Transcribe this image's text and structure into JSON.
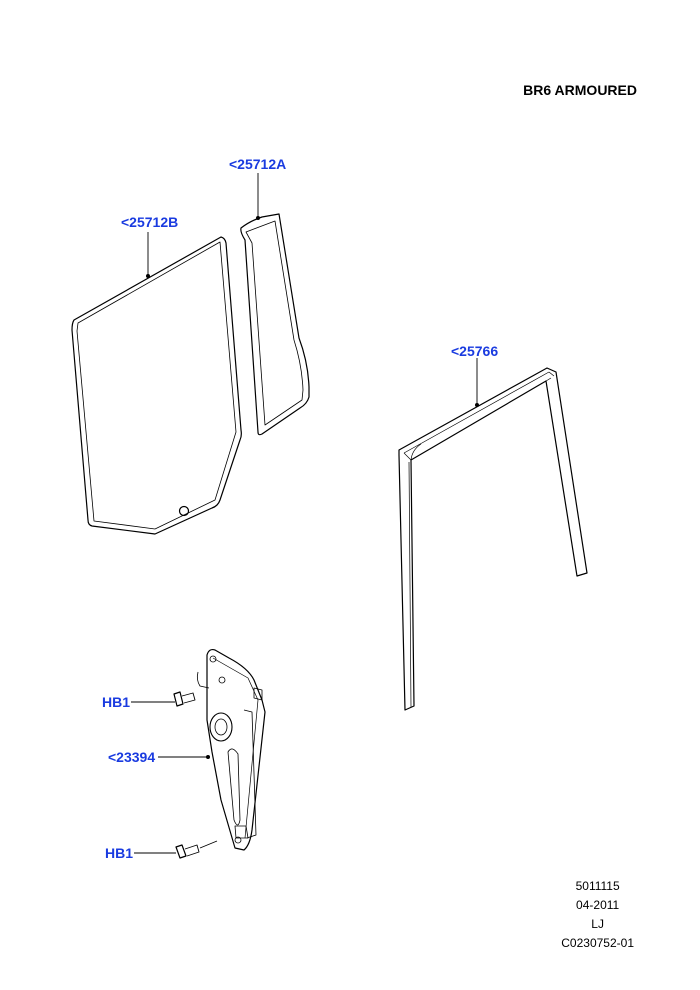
{
  "title": "BR6 ARMOURED",
  "callouts": {
    "glass_quarter": "<25712A",
    "glass_door": "<25712B",
    "channel": "<25766",
    "bolt_upper": "HB1",
    "regulator": "<23394",
    "bolt_lower": "HB1"
  },
  "footer": {
    "part_number": "5011115",
    "date": "04-2011",
    "initials": "LJ",
    "ref": "C0230752-01"
  },
  "colors": {
    "callout": "#1a3be0",
    "line": "#000000"
  }
}
